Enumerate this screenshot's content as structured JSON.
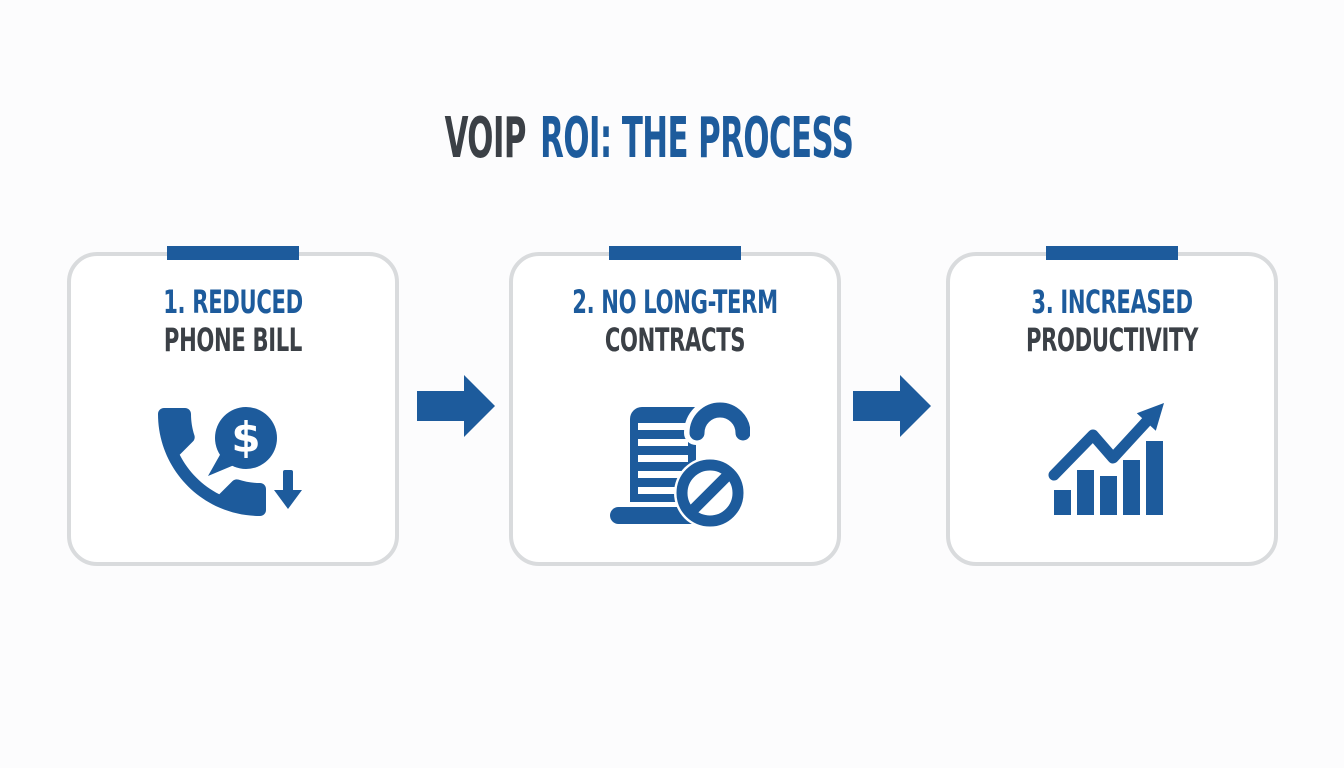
{
  "title": {
    "part1": "VOIP",
    "part2": "ROI: THE PROCESS"
  },
  "steps": [
    {
      "line1": "1. REDUCED",
      "line2": "PHONE BILL",
      "icon": "phone-dollar-decrease-icon"
    },
    {
      "line1": "2. NO LONG-TERM",
      "line2": "CONTRACTS",
      "icon": "contract-prohibited-icon"
    },
    {
      "line1": "3. INCREASED",
      "line2": "PRODUCTIVITY",
      "icon": "bar-chart-growth-icon"
    }
  ],
  "icons": {
    "dollar_sign": "$"
  },
  "colors": {
    "accent": "#1d5b9c",
    "dark": "#3b4046",
    "border": "#d9dbdd",
    "bg": "#fcfcfd"
  }
}
